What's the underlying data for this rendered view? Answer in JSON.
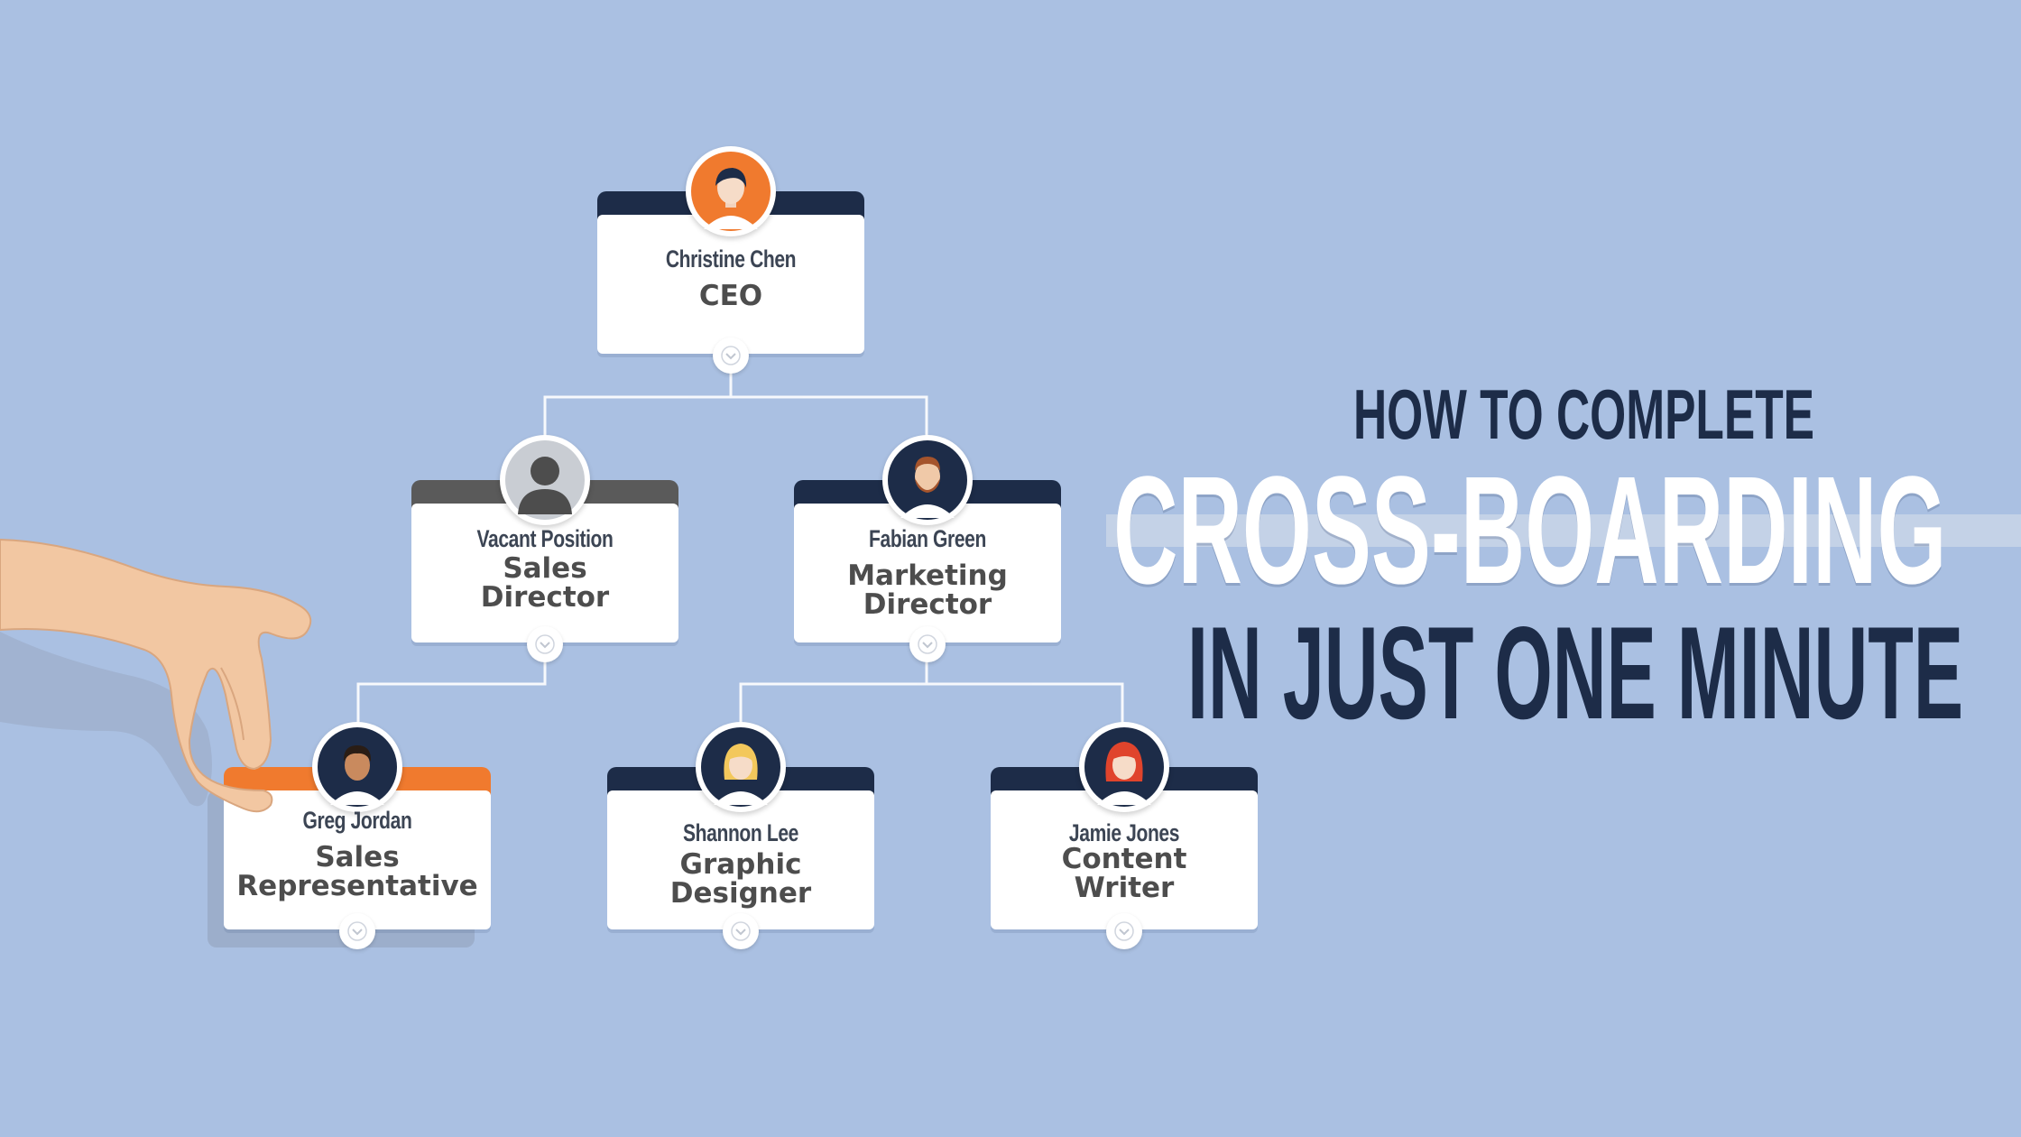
{
  "headline": {
    "line1": "HOW TO COMPLETE",
    "line2": "CROSS-BOARDING",
    "line3": "IN JUST ONE MINUTE"
  },
  "colors": {
    "background": "#aac0e2",
    "navy": "#1d2c48",
    "orange": "#f07a2e",
    "gray_bar": "#5a5a5a"
  },
  "org_chart": {
    "nodes": [
      {
        "id": "ceo",
        "name": "Christine Chen",
        "role": "CEO",
        "bar": "navy",
        "avatar": "woman-short-hair-orange-icon"
      },
      {
        "id": "sales-director",
        "name": "Vacant Position",
        "role": "Sales\nDirector",
        "bar": "gray",
        "avatar": "vacant-person-icon"
      },
      {
        "id": "marketing-director",
        "name": "Fabian Green",
        "role": "Marketing\nDirector",
        "bar": "navy",
        "avatar": "man-beard-icon"
      },
      {
        "id": "sales-rep",
        "name": "Greg Jordan",
        "role": "Sales\nRepresentative",
        "bar": "orange",
        "avatar": "man-dark-hair-icon"
      },
      {
        "id": "graphic-designer",
        "name": "Shannon Lee",
        "role": "Graphic\nDesigner",
        "bar": "navy",
        "avatar": "woman-blonde-icon"
      },
      {
        "id": "content-writer",
        "name": "Jamie Jones",
        "role": "Content\nWriter",
        "bar": "navy",
        "avatar": "woman-red-hair-icon"
      }
    ]
  }
}
